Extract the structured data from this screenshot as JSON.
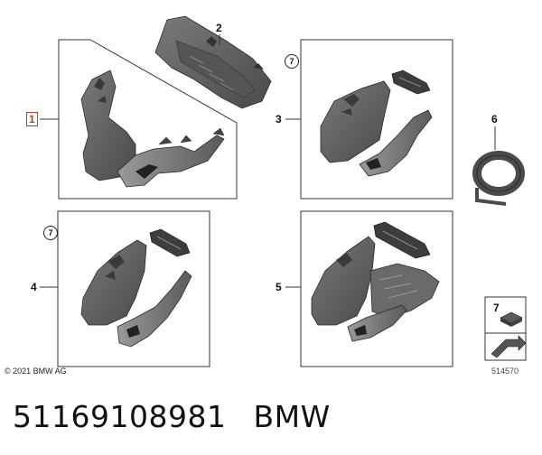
{
  "diagram": {
    "callouts": {
      "c1": "1",
      "c2": "2",
      "c3": "3",
      "c4": "4",
      "c5": "5",
      "c6": "6",
      "c7a": "7",
      "c7b": "7",
      "legend7": "7"
    },
    "copyright": "© 2021 BMW AG",
    "ref_number": "514570",
    "highlight_color": "#c0392b",
    "part_color": "#5d5d5d"
  },
  "caption": {
    "part_number": "51169108981",
    "brand": "BMW"
  }
}
